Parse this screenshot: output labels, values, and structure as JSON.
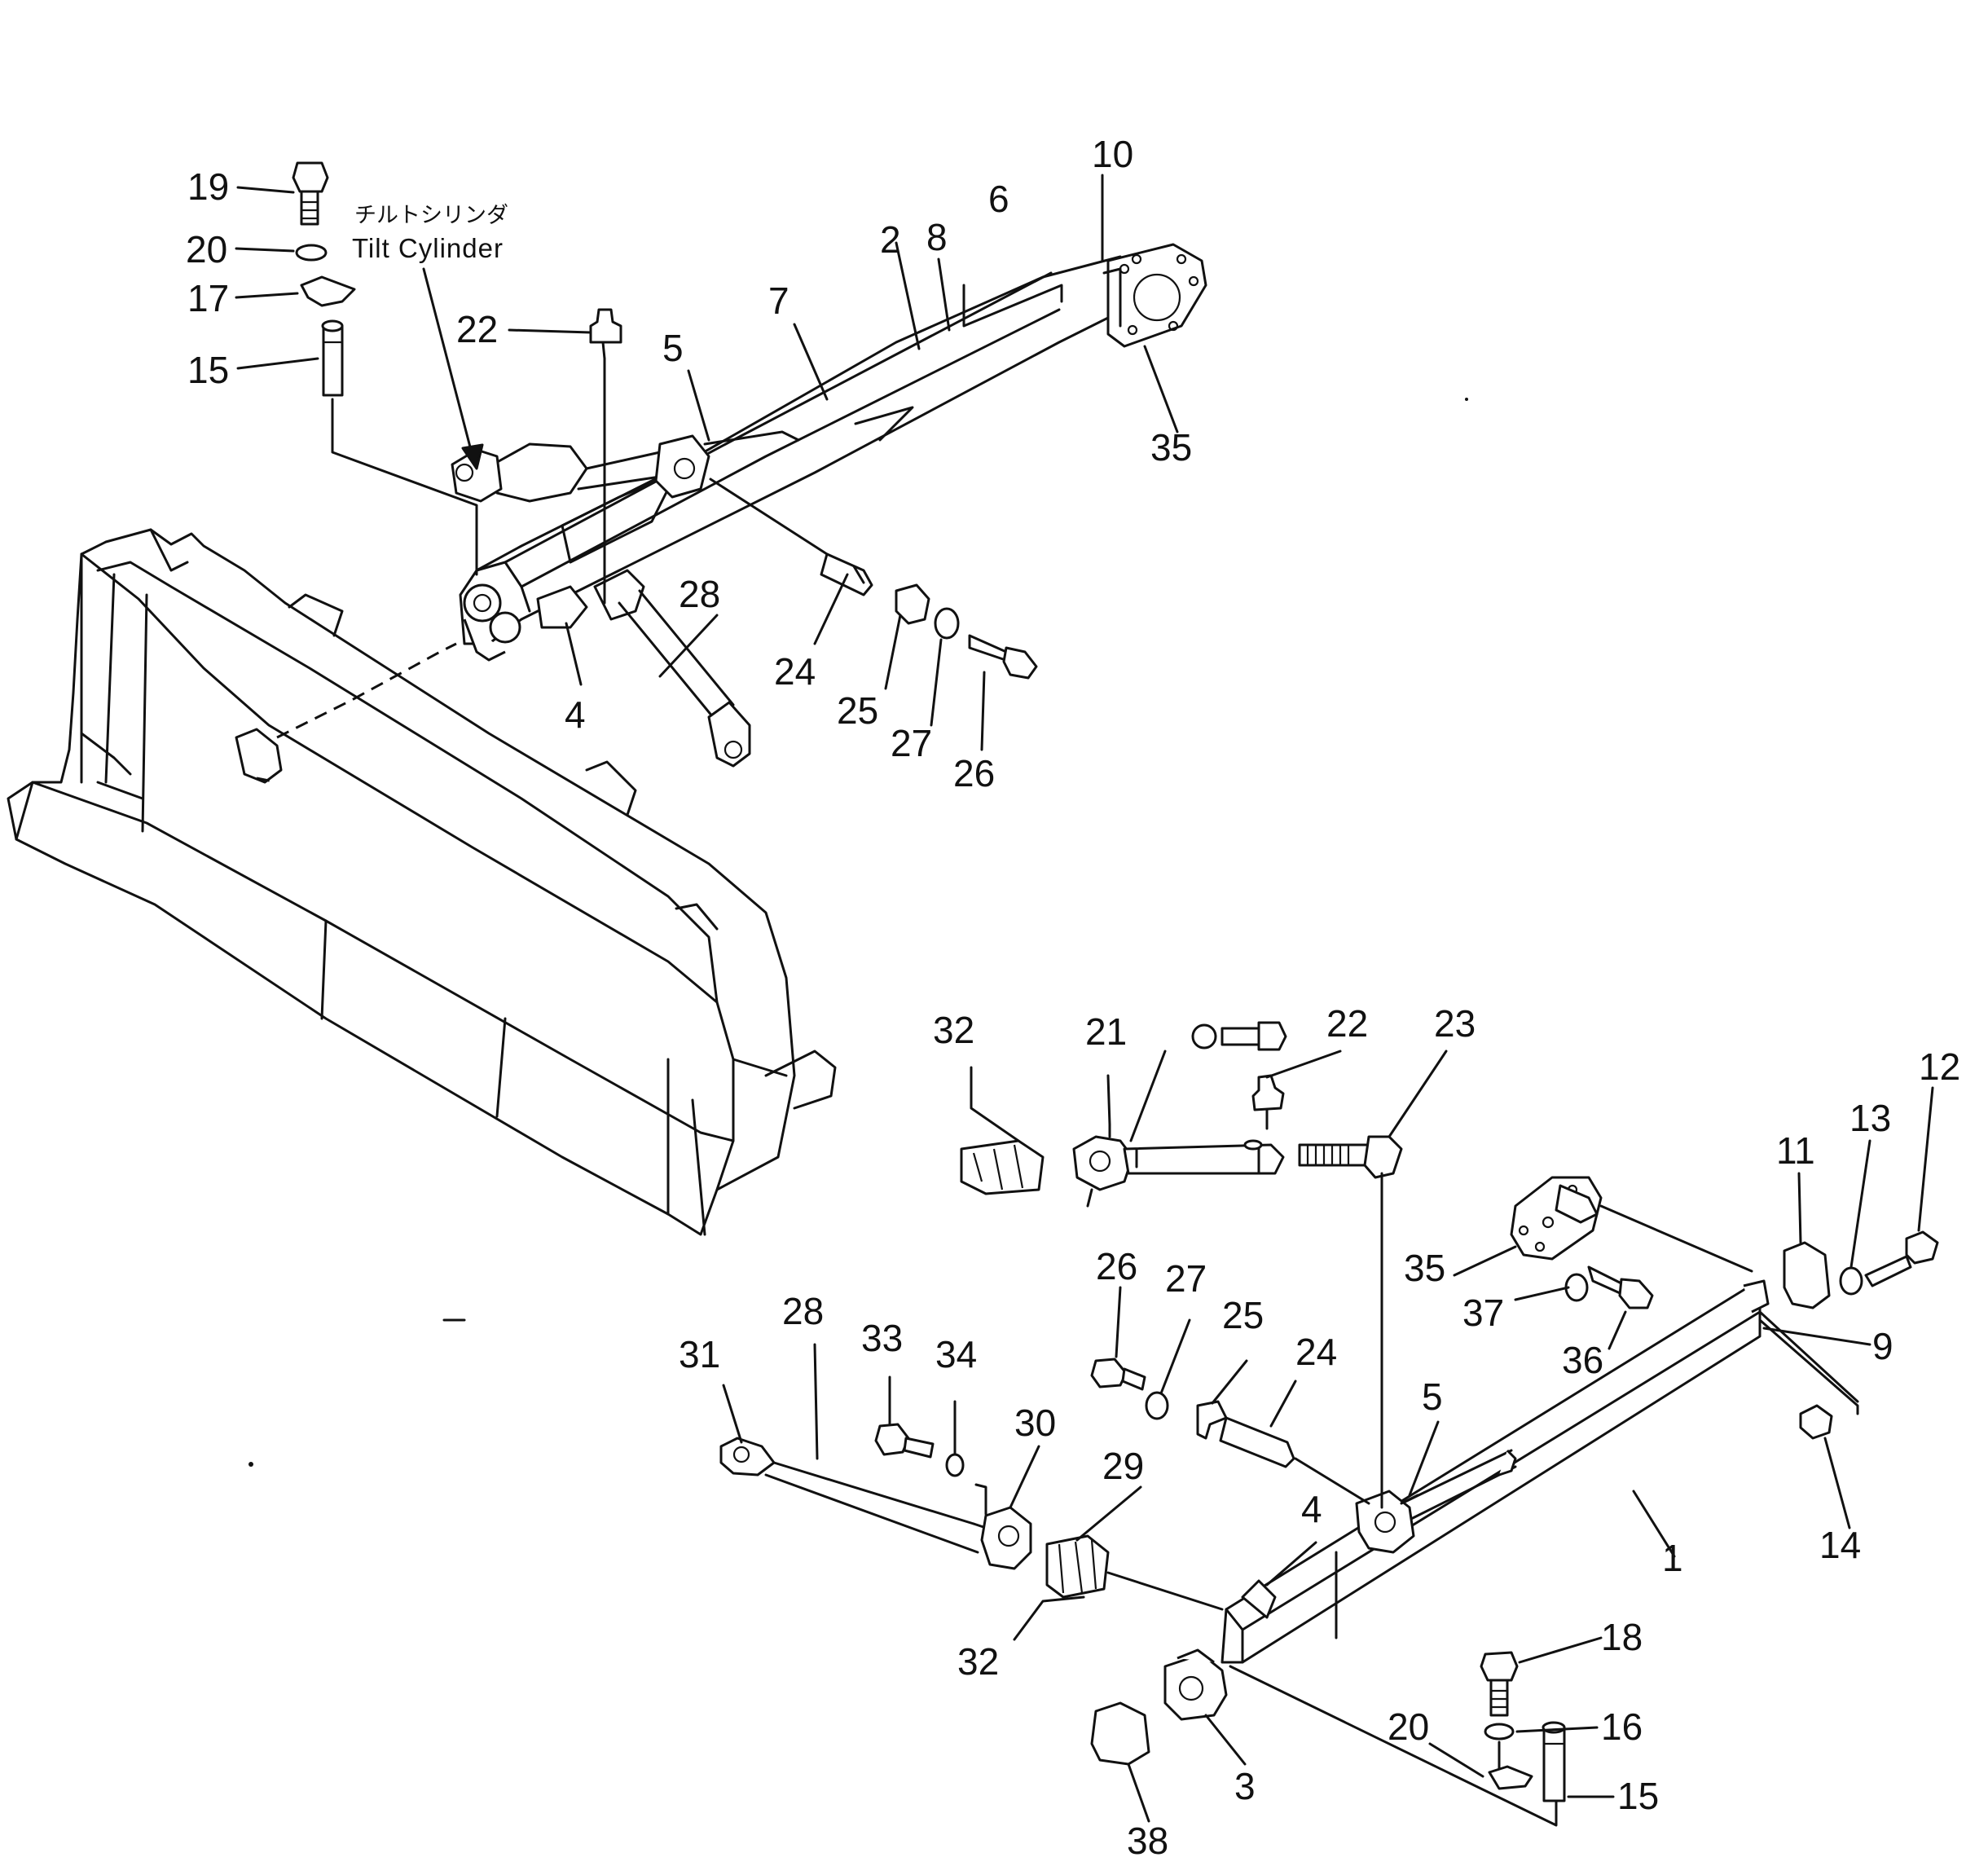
{
  "annotation": {
    "label_jp": "チルトシリンダ",
    "label_en": "Tilt  Cylinder"
  },
  "callouts": {
    "upper": [
      "19",
      "20",
      "17",
      "15",
      "22",
      "5",
      "7",
      "2",
      "8",
      "6",
      "10",
      "35",
      "24",
      "25",
      "27",
      "26",
      "28",
      "4"
    ],
    "lower": [
      "32",
      "21",
      "22",
      "23",
      "12",
      "13",
      "11",
      "35",
      "37",
      "36",
      "9",
      "26",
      "27",
      "25",
      "24",
      "5",
      "28",
      "31",
      "33",
      "34",
      "30",
      "29",
      "32",
      "4",
      "1",
      "14",
      "18",
      "16",
      "20",
      "15",
      "3",
      "38"
    ]
  }
}
